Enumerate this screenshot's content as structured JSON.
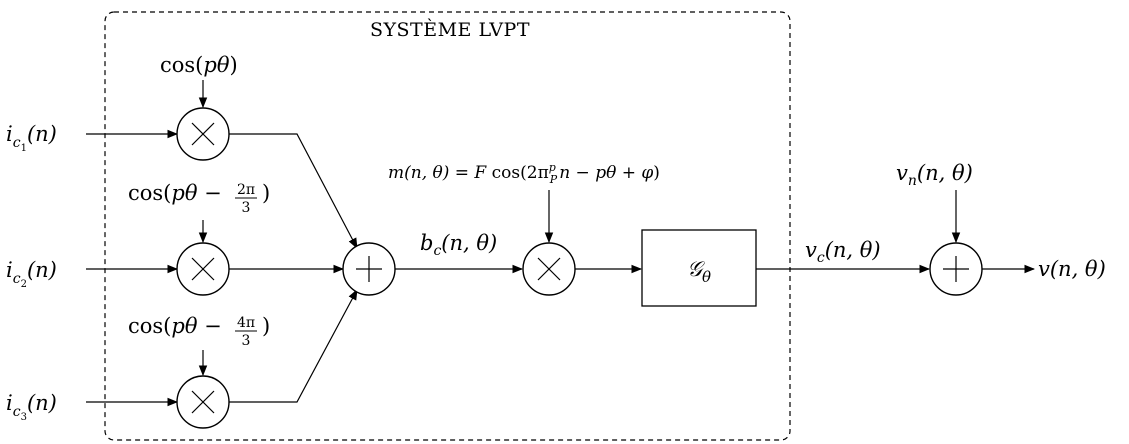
{
  "system_title": "SYSTÈME LVPT",
  "inputs": {
    "i1": "i_{c_1}(n)",
    "i2": "i_{c_2}(n)",
    "i3": "i_{c_3}(n)"
  },
  "modulators": {
    "cos1": "cos(pθ)",
    "cos2": "cos(pθ − 2π/3)",
    "cos3": "cos(pθ − 4π/3)"
  },
  "signals": {
    "bc": "b_c(n, θ)",
    "m": "m(n, θ) = F cos(2π p/P n − pθ + φ)",
    "vc": "v_c(n, θ)",
    "vn": "v_n(n, θ)",
    "v": "v(n, θ)"
  },
  "block": {
    "g": "𝒢_θ"
  },
  "operators": {
    "mult": "×",
    "add": "+"
  }
}
